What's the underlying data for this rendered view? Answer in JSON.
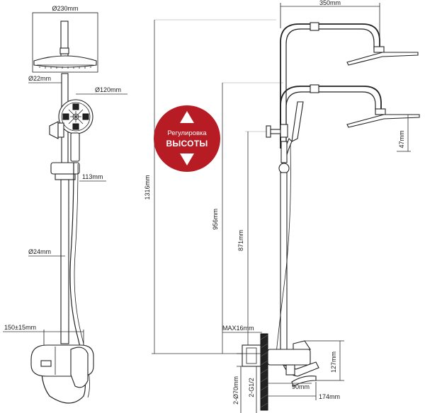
{
  "badge": {
    "line1": "Регулировка",
    "line2": "ВЫСОТЫ",
    "color": "#b71c24"
  },
  "left_view": {
    "head_diameter": "Ø230mm",
    "pipe_diameter_top": "Ø22mm",
    "hand_shower_diameter": "Ø120mm",
    "bracket_offset": "113mm",
    "pipe_diameter": "Ø24mm",
    "center_distance": "150±15mm"
  },
  "right_view": {
    "arm_length": "350mm",
    "head_offset": "47mm",
    "total_height": "1316mm",
    "lower_height": "956mm",
    "slider_height": "871mm",
    "max_label": "MAX16mm",
    "inlet_diameter": "2-Ø70mm",
    "thread": "2-G1/2",
    "spout_height": "127mm",
    "spout_offset": "90mm",
    "spout_length": "174mm"
  }
}
